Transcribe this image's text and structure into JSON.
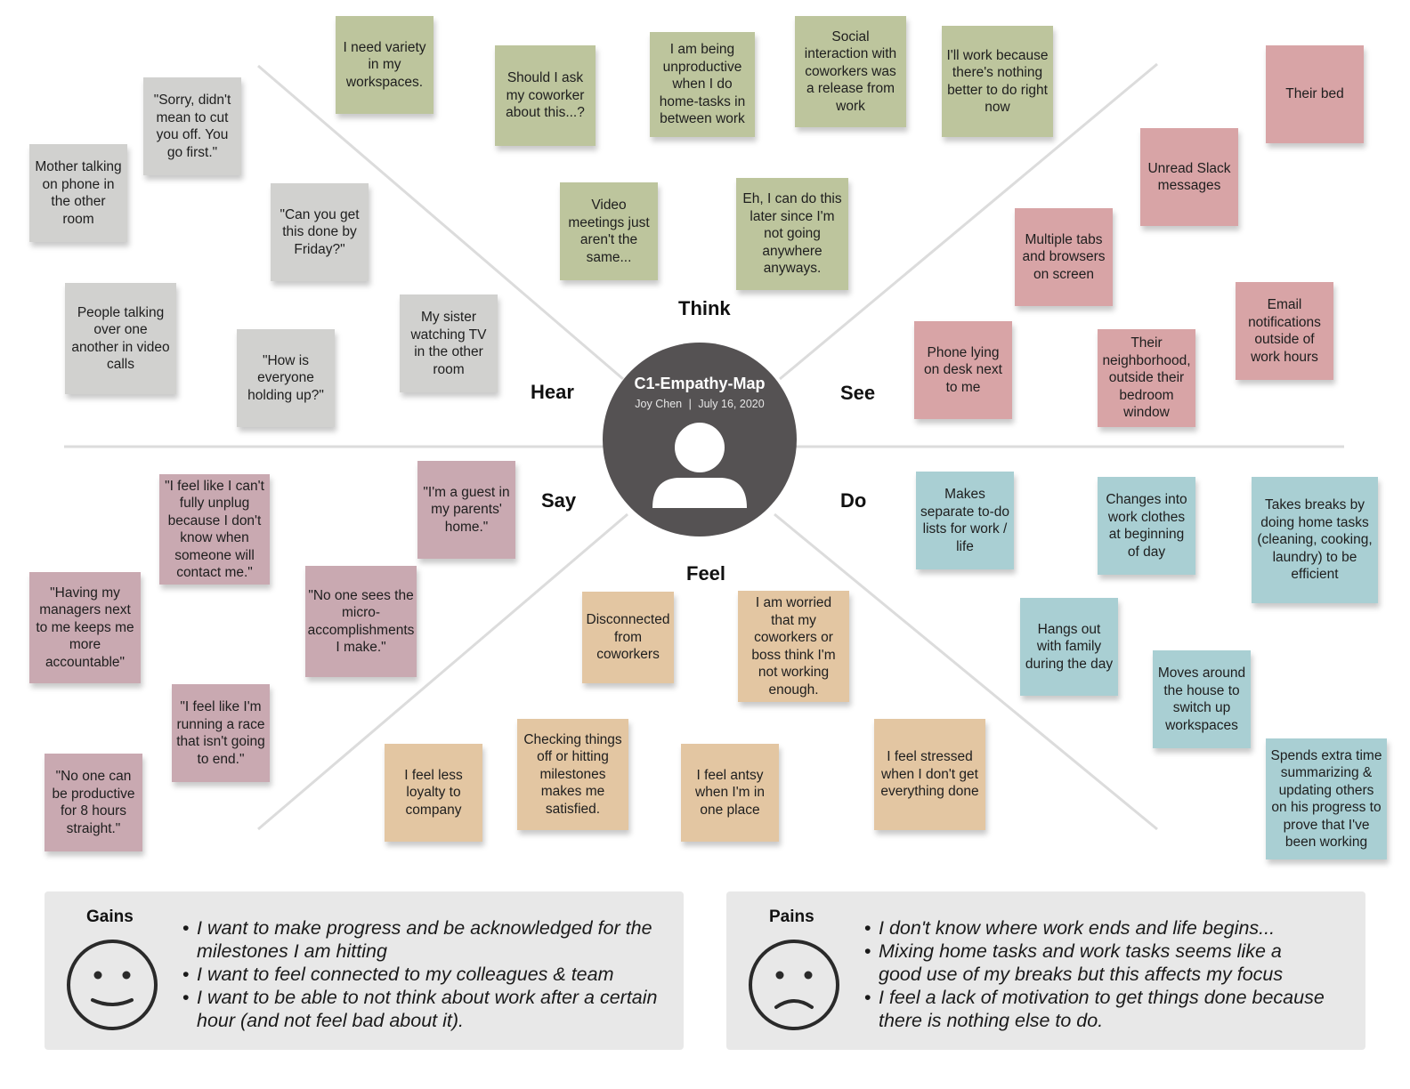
{
  "map": {
    "title": "C1-Empathy-Map",
    "author": "Joy Chen",
    "separator": "|",
    "date": "July 16, 2020"
  },
  "sections": {
    "think": "Think",
    "hear": "Hear",
    "see": "See",
    "say": "Say",
    "do": "Do",
    "feel": "Feel"
  },
  "notes": {
    "hear": [
      "\"Sorry, didn't mean to cut you off. You go first.\"",
      "Mother talking on phone in the other room",
      "\"Can you get this done by Friday?\"",
      "People talking over one another in video calls",
      "\"How is everyone holding up?\"",
      "My sister watching TV in the other room"
    ],
    "think": [
      "I need variety in my workspaces.",
      "Should I ask my coworker about this...?",
      "I am being unproductive when I do home-tasks in between work",
      "Social interaction with coworkers was a release from work",
      "I'll work because there's nothing better to do right now",
      "Video meetings just aren't the same...",
      "Eh, I can do this later since I'm not going anywhere anyways."
    ],
    "see": [
      "Their bed",
      "Unread Slack messages",
      "Multiple tabs and browsers on screen",
      "Email notifications outside of work hours",
      "Phone lying on desk next to me",
      "Their neighborhood, outside their bedroom window"
    ],
    "say": [
      "\"I feel like I can't fully unplug because I don't know when someone will contact me.\"",
      "\"I'm a guest in my parents' home.\"",
      "\"Having my managers next to me keeps me more accountable\"",
      "\"No one sees the micro-accomplishments I make.\"",
      "\"I feel like I'm running a race that isn't going to end.\"",
      "\"No one can be productive for 8 hours straight.\""
    ],
    "feel": [
      "Disconnected from coworkers",
      "I am worried that my coworkers or boss think I'm not working enough.",
      "Checking things off or hitting milestones makes me satisfied.",
      "I feel stressed when I don't get everything done",
      "I feel less loyalty to company",
      "I feel antsy when I'm in one place"
    ],
    "do": [
      "Makes separate to-do lists for work / life",
      "Changes into work clothes at beginning of day",
      "Takes breaks by doing home tasks (cleaning, cooking, laundry) to be efficient",
      "Hangs out with family during the day",
      "Moves around the house to switch up workspaces",
      "Spends extra time summarizing & updating others on his progress to prove that I've been working"
    ]
  },
  "gains": {
    "title": "Gains",
    "face_icon": "smiley-face-icon",
    "items": [
      "I want to make progress and be acknowledged for the milestones I am hitting",
      "I want to feel connected to my colleagues & team",
      "I want to be able to not think about work after a certain hour (and not feel bad about it)."
    ]
  },
  "pains": {
    "title": "Pains",
    "face_icon": "sad-face-icon",
    "items": [
      "I don't know where work ends and life begins...",
      "Mixing home tasks and work tasks seems like a good use of my breaks but this affects my focus",
      "I feel a lack of motivation to get things done because there is nothing else to do."
    ]
  },
  "colors": {
    "hear": "#d1d1cf",
    "think": "#bdc59d",
    "see": "#d8a4a6",
    "say": "#c9a9b1",
    "feel": "#e3c6a2",
    "do": "#a9cfd3",
    "center": "#555253",
    "panel": "#e8e8e8",
    "divider": "#dcdcdc"
  }
}
